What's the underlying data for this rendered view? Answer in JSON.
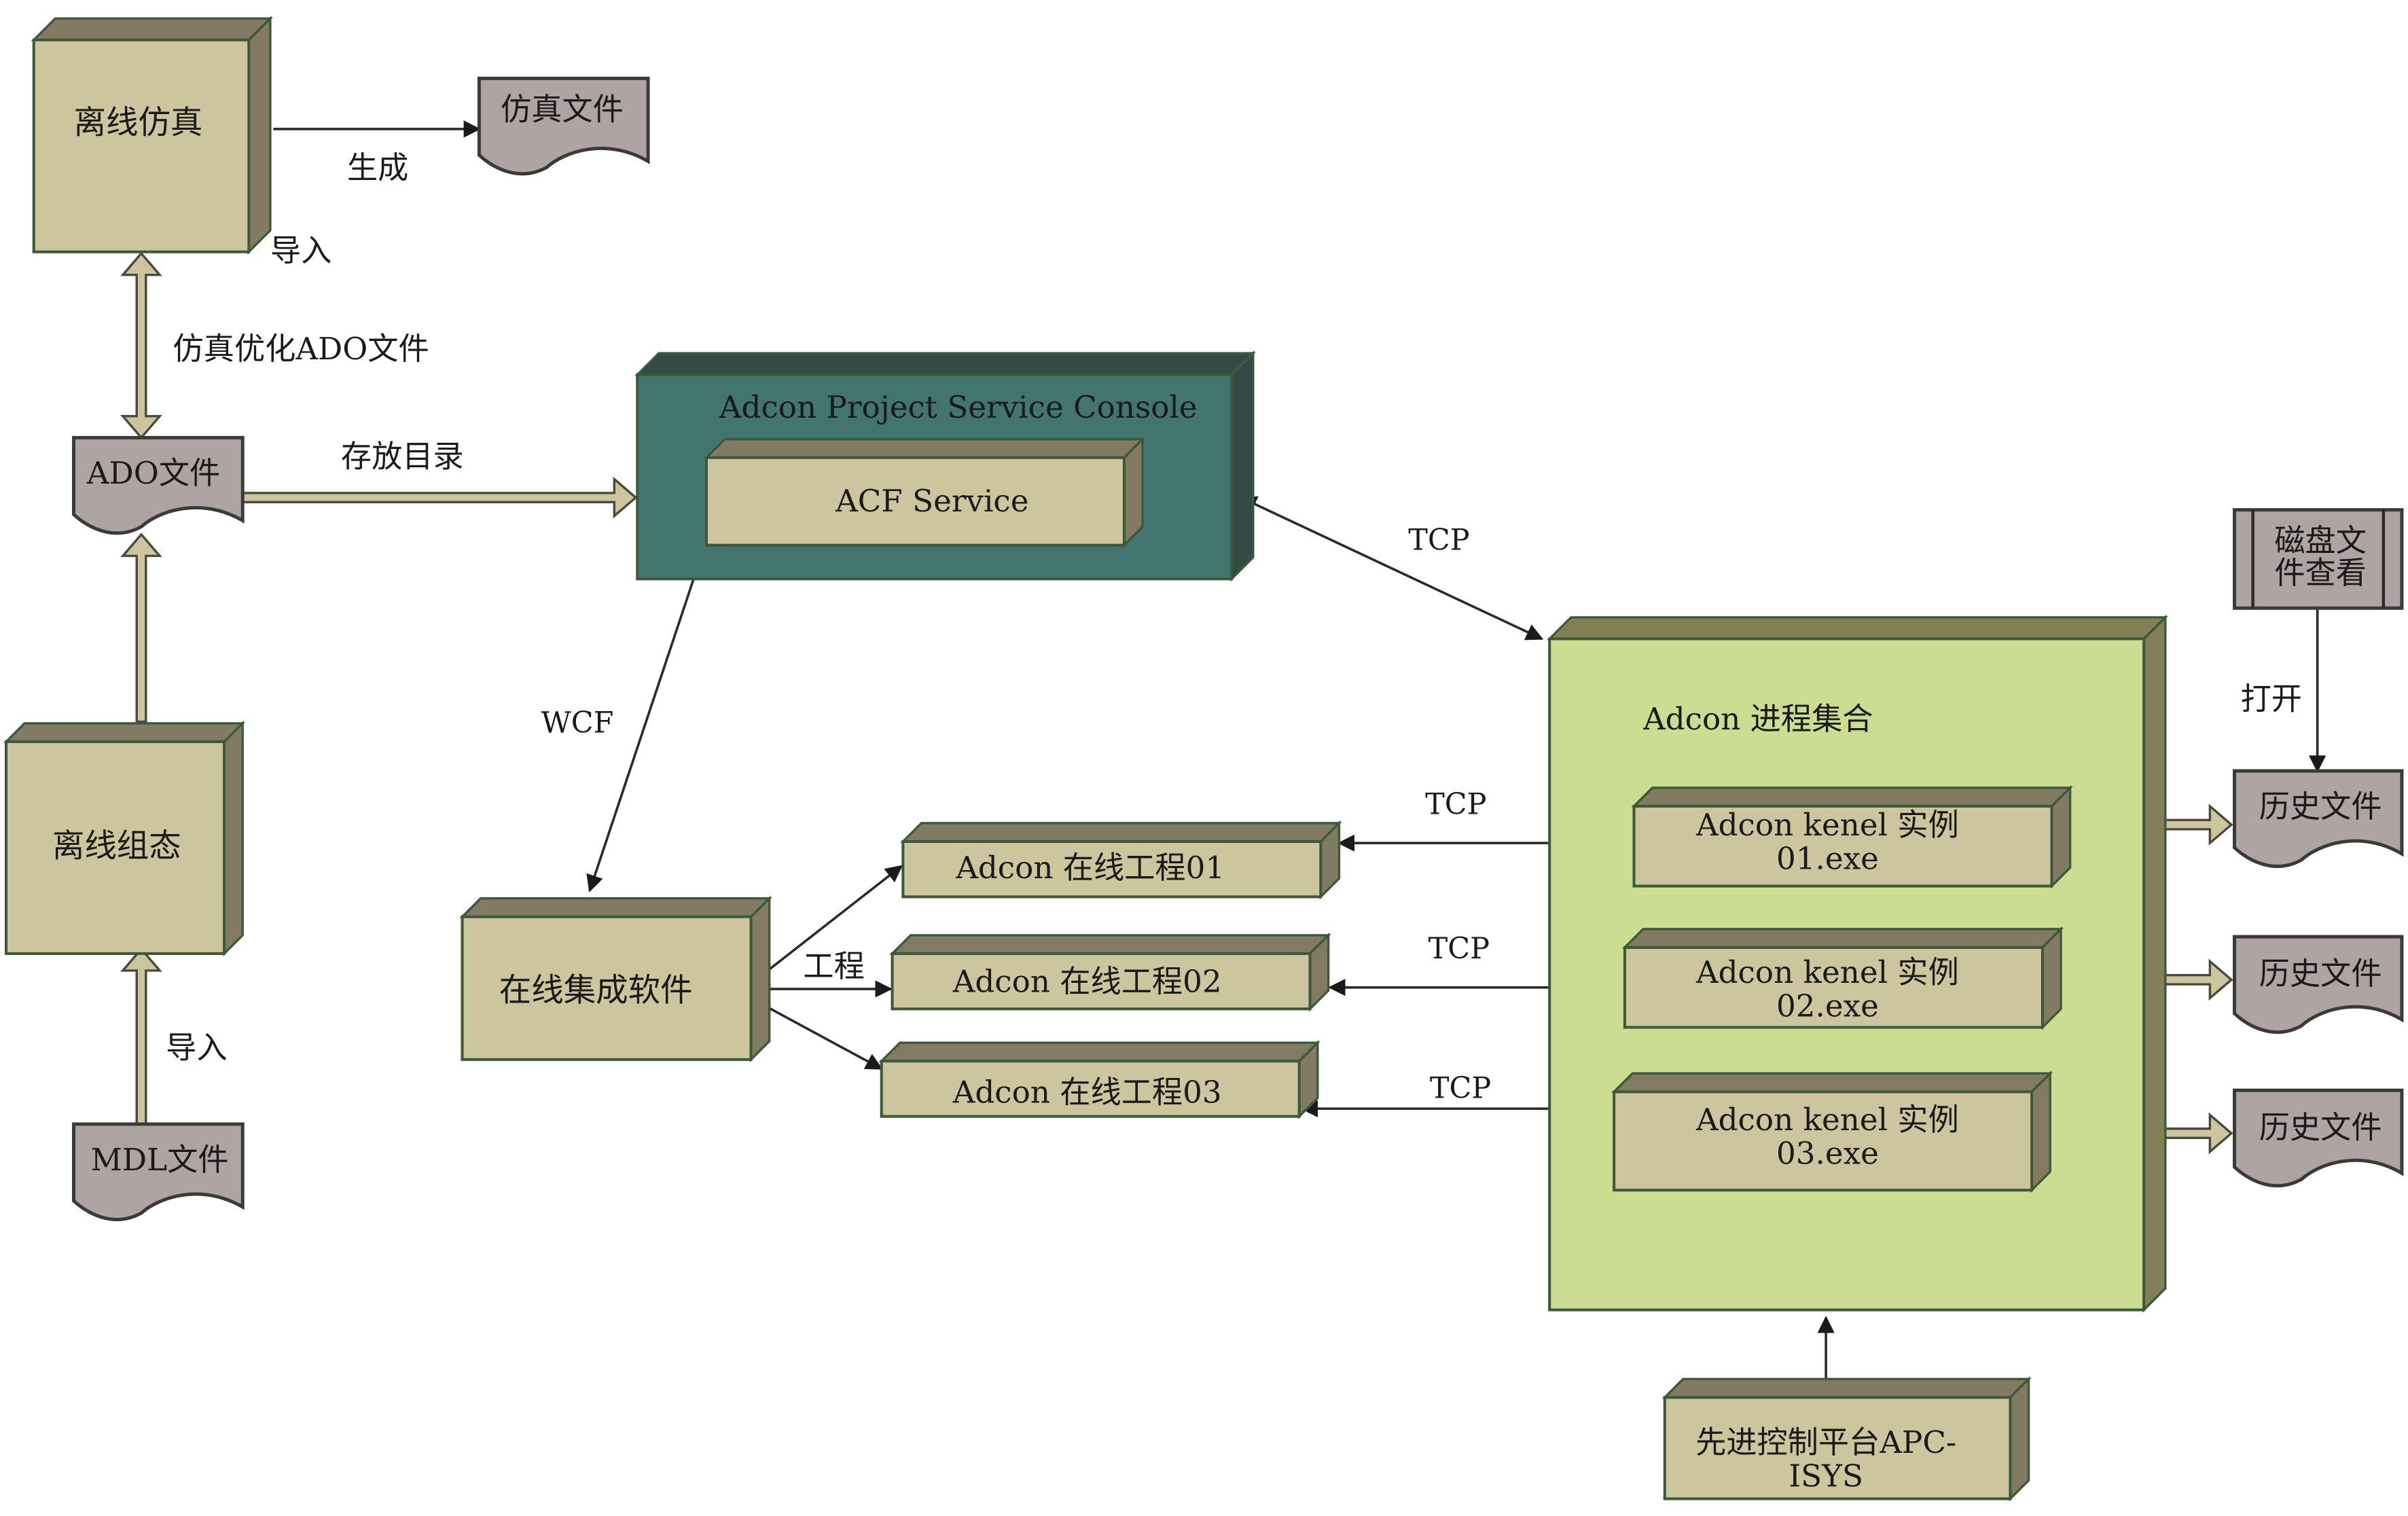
{
  "colors": {
    "tan_face": "#CCC59E",
    "tan_depth": "#837A63",
    "teal_face": "#427570",
    "teal_depth": "#324B46",
    "green_face": "#CCDC90",
    "green_depth": "#838057",
    "doc_fill": "#ADA4A3",
    "outline": "#3C5A3A",
    "line": "#2b2b2b",
    "fat_arrow_fill": "#CCC59E"
  },
  "nodes": {
    "offline_sim": "离线仿真",
    "sim_file": "仿真文件",
    "ado_file": "ADO文件",
    "offline_config": "离线组态",
    "mdl_file": "MDL文件",
    "console_title": "Adcon Project Service Console",
    "acf_service": "ACF Service",
    "online_software": "在线集成软件",
    "online_project_01": "Adcon  在线工程01",
    "online_project_02": "Adcon  在线工程02",
    "online_project_03": "Adcon  在线工程03",
    "process_set_title": "Adcon  进程集合",
    "kernel_01_line1": "Adcon kenel  实例",
    "kernel_01_line2": "01.exe",
    "kernel_02_line1": "Adcon kenel  实例",
    "kernel_02_line2": "02.exe",
    "kernel_03_line1": "Adcon kenel  实例",
    "kernel_03_line2": "03.exe",
    "disk_viewer_line1": "磁盘文",
    "disk_viewer_line2": "件查看",
    "history_file_1": "历史文件",
    "history_file_2": "历史文件",
    "history_file_3": "历史文件",
    "apc_line1": "先进控制平台APC-",
    "apc_line2": "ISYS"
  },
  "edges": {
    "generate": "生成",
    "import_top": "导入",
    "sim_optimize_ado": "仿真优化ADO文件",
    "store_dir": "存放目录",
    "import_bottom": "导入",
    "wcf": "WCF",
    "tcp_console": "TCP",
    "project": "工程",
    "tcp_1": "TCP",
    "tcp_2": "TCP",
    "tcp_3": "TCP",
    "open": "打开"
  }
}
